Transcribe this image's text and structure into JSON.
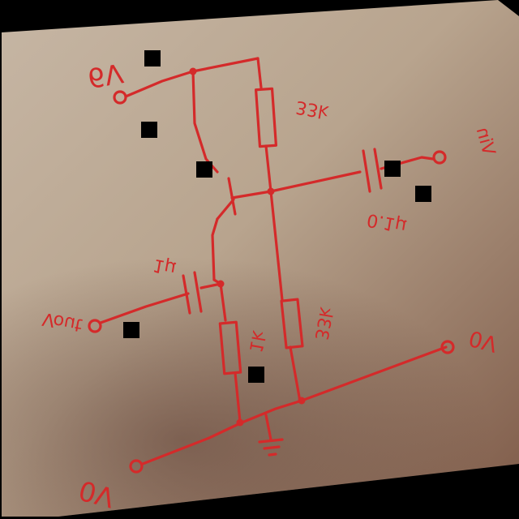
{
  "labels": {
    "supply": "6V",
    "vin": "Vin",
    "vout": "Vout",
    "gnd_right": "0V",
    "gnd_bottom": "0V",
    "r_top": "33k",
    "r_bottom": "33k",
    "r_emitter": "1k",
    "c_in": "0.1µ",
    "c_out": "1µ"
  },
  "colors": {
    "ink": "#d42a2a",
    "paper": "#b9a58f",
    "background": "#000000"
  }
}
